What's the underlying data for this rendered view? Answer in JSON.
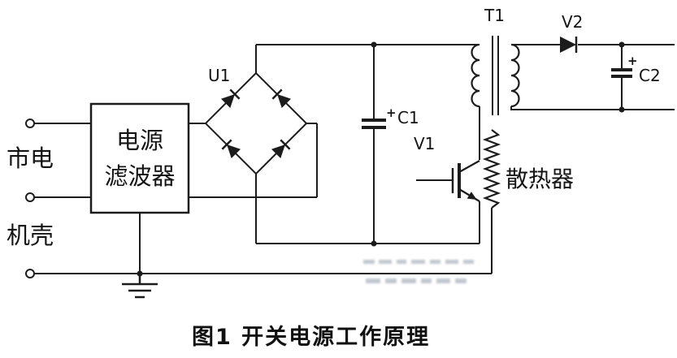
{
  "diagram": {
    "caption": "图1  开关电源工作原理",
    "input_labels": {
      "mains": "市电",
      "chassis": "机壳"
    },
    "filter_box": {
      "line1": "电源",
      "line2": "滤波器"
    },
    "components": {
      "bridge_rectifier": "U1",
      "filter_cap": "C1",
      "transformer": "T1",
      "switch_transistor": "V1",
      "output_diode": "V2",
      "output_cap": "C2",
      "heatsink": "散热器"
    },
    "polarity_mark": "+"
  },
  "colors": {
    "line": "#1c1c1c",
    "background": "#ffffff"
  }
}
